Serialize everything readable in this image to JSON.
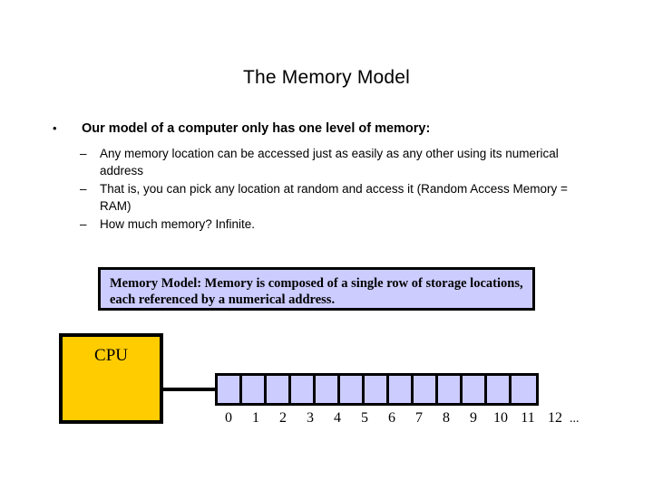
{
  "slide": {
    "title": "The Memory Model",
    "background_color": "#ffffff"
  },
  "body": {
    "level1": {
      "marker": "•",
      "text": "Our model of a computer only has one level of memory:"
    },
    "level2_marker": "–",
    "level2": [
      "Any memory location can be accessed just as easily as any other using its numerical address",
      "That is, you can pick any location at random and access it (Random Access Memory = RAM)",
      "How much memory?  Infinite."
    ]
  },
  "definition_box": {
    "text": "Memory Model: Memory is composed of a single row of storage locations, each referenced by a numerical address.",
    "fill_color": "#ccccff",
    "border_color": "#000000"
  },
  "diagram": {
    "cpu": {
      "label": "CPU",
      "fill_color": "#ffcc00",
      "border_color": "#000000"
    },
    "memory": {
      "cell_count": 13,
      "cell_fill_color": "#ccccff",
      "cell_border_color": "#000000",
      "address_labels": [
        "0",
        "1",
        "2",
        "3",
        "4",
        "5",
        "6",
        "7",
        "8",
        "9",
        "10",
        "11",
        "12"
      ],
      "address_ellipsis": "..."
    },
    "bus_line_color": "#000000"
  }
}
